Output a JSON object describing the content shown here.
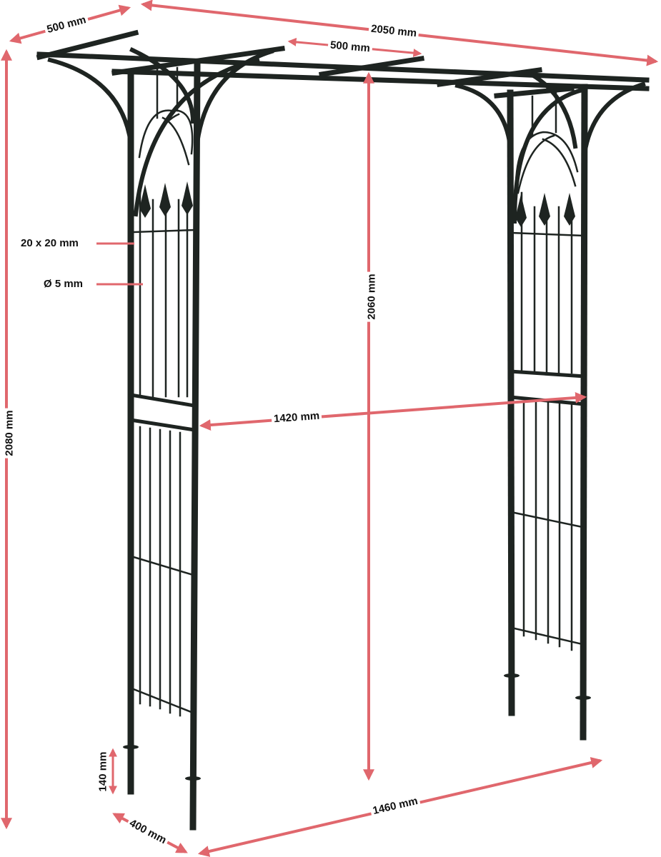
{
  "diagram": {
    "subject": "Garden arch / pergola with decorative gothic side panels",
    "colors": {
      "background": "#ffffff",
      "frame": "#1e2421",
      "dimension_arrow": "#e0676d",
      "label_text": "#111111"
    },
    "dimensions": {
      "top_depth": "500 mm",
      "top_width": "2050 mm",
      "crossbar_spacing": "500 mm",
      "post_section": "20 x 20 mm",
      "rod_diameter": "Ø 5 mm",
      "total_height": "2080 mm",
      "inner_height": "2060 mm",
      "inner_width": "1420 mm",
      "ground_spike": "140 mm",
      "base_depth": "400 mm",
      "base_width": "1460 mm"
    }
  }
}
